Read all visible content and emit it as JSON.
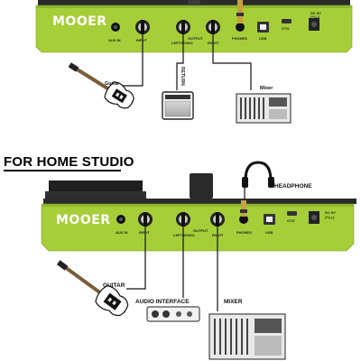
{
  "brand": {
    "logo_text": "MOOER",
    "panel_color": "#a6ce39",
    "top_color": "#2b2b2b"
  },
  "top_diagram": {
    "ports": {
      "aux_in": "AUX IN",
      "input": "INPUT",
      "output": "OUTPUT",
      "left_mono": "LEFT/MONO",
      "right": "RIGHT",
      "phones": "PHONES",
      "usb": "USB",
      "otg": "OTG",
      "dc": "DC 9V",
      "dc_sub": "(+)-(-)"
    },
    "devices": {
      "guitar": "Guitar",
      "return": "RETURN",
      "mixer": "Mixer"
    }
  },
  "section": {
    "title": "FOR HOME STUDIO"
  },
  "bottom_diagram": {
    "ports": {
      "aux_in": "AUX IN",
      "input": "INPUT",
      "output": "OUTPUT",
      "left_mono": "LEFT/MONO",
      "right": "RIGHT",
      "phones": "PHONES",
      "usb": "USB",
      "otg": "OTG",
      "dc": "DC 9V",
      "dc_sub": "(+)-(-)"
    },
    "devices": {
      "headphone": "HEADPHONE",
      "guitar": "GUITAR",
      "audio_interface": "AUDIO INTERFACE",
      "mixer": "MIXER"
    }
  }
}
